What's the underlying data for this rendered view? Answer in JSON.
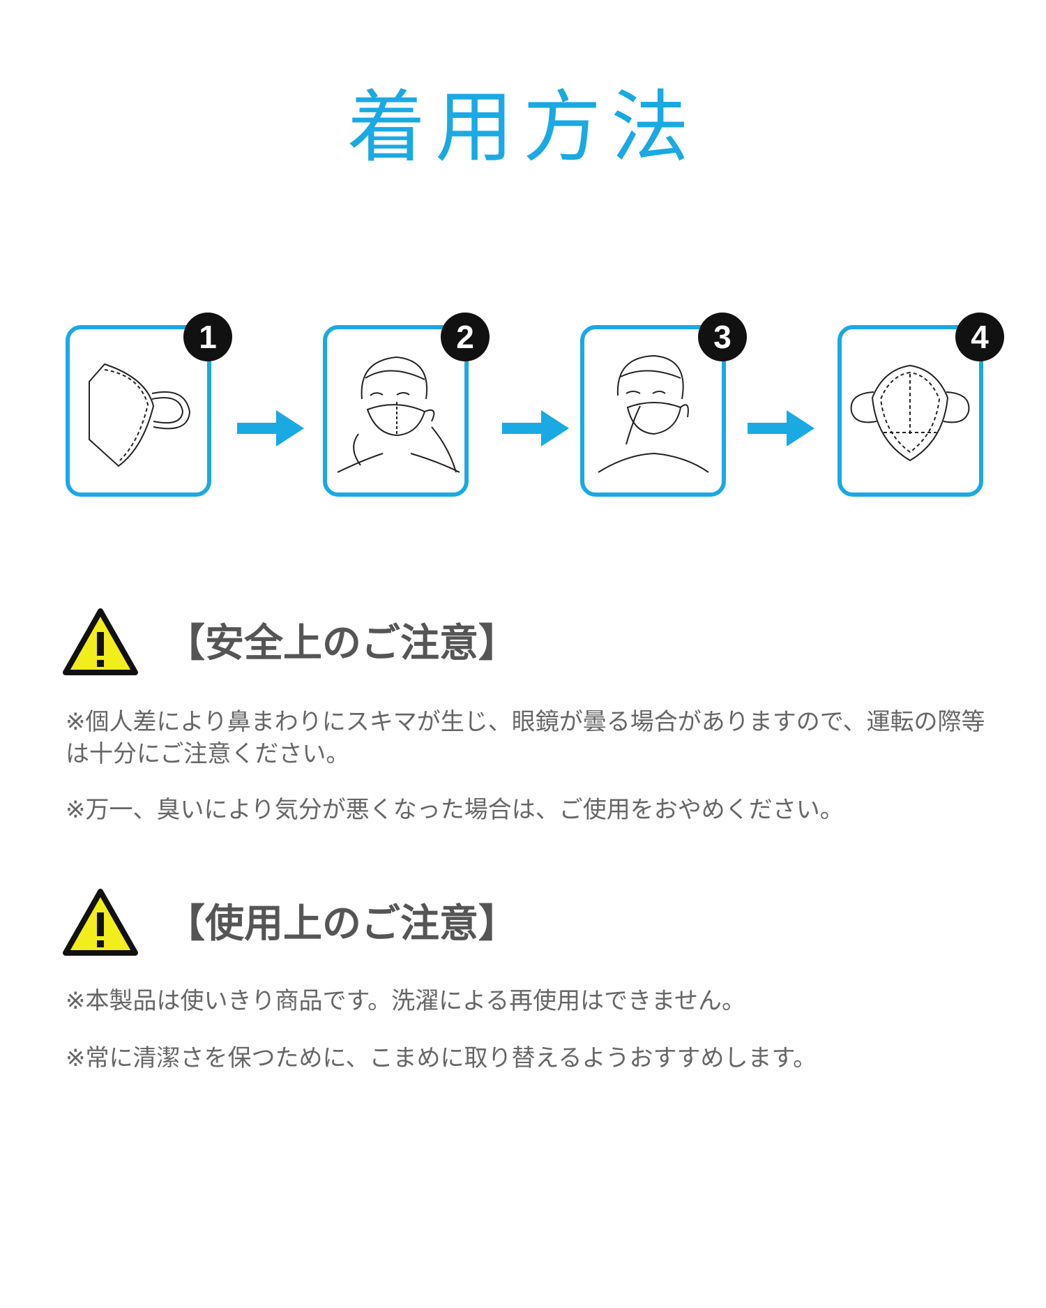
{
  "page": {
    "title": "着用方法"
  },
  "steps": [
    {
      "number": "1",
      "icon": "folded-mask-icon"
    },
    {
      "number": "2",
      "icon": "person-putting-on-mask-icon"
    },
    {
      "number": "3",
      "icon": "person-adjusting-nose-icon"
    },
    {
      "number": "4",
      "icon": "open-mask-icon"
    }
  ],
  "colors": {
    "accent": "#1aa9e3",
    "badge": "#111111",
    "warning": "#f2ed1c",
    "text": "#666666"
  },
  "safety": {
    "title": "【安全上のご注意】",
    "notes": [
      "※個人差により鼻まわりにスキマが生じ、眼鏡が曇る場合がありますので、運転の際等は十分にご注意ください。",
      "※万一、臭いにより気分が悪くなった場合は、ご使用をおやめください。"
    ]
  },
  "usage": {
    "title": "【使用上のご注意】",
    "notes": [
      "※本製品は使いきり商品です。洗濯による再使用はできません。",
      "※常に清潔さを保つために、こまめに取り替えるようおすすめします。"
    ]
  }
}
